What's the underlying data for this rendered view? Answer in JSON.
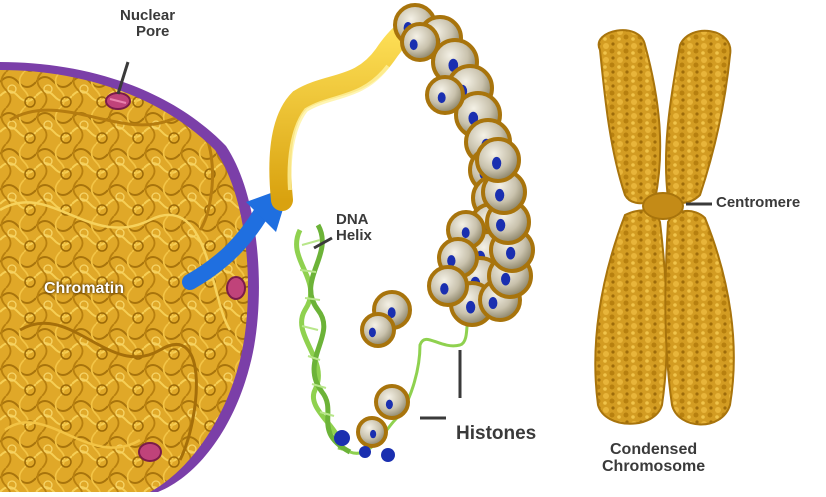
{
  "labels": {
    "nuclear_pore_line1": "Nuclear",
    "nuclear_pore_line2": "Pore",
    "dna_helix_line1": "DNA",
    "dna_helix_line2": "Helix",
    "chromatin": "Chromatin",
    "histones": "Histones",
    "centromere": "Centromere",
    "condensed_line1": "Condensed",
    "condensed_line2": "Chromosome"
  },
  "colors": {
    "membrane": "#7b3fa8",
    "chromatin": "#d9a21b",
    "chromatin_dark": "#a8740c",
    "dna_fiber": "#f2c417",
    "histone": "#cfc9b8",
    "histone_marker": "#1a2fb0",
    "helix": "#8fd14f",
    "arrow": "#1f6fe0",
    "pore": "#c0437a"
  }
}
